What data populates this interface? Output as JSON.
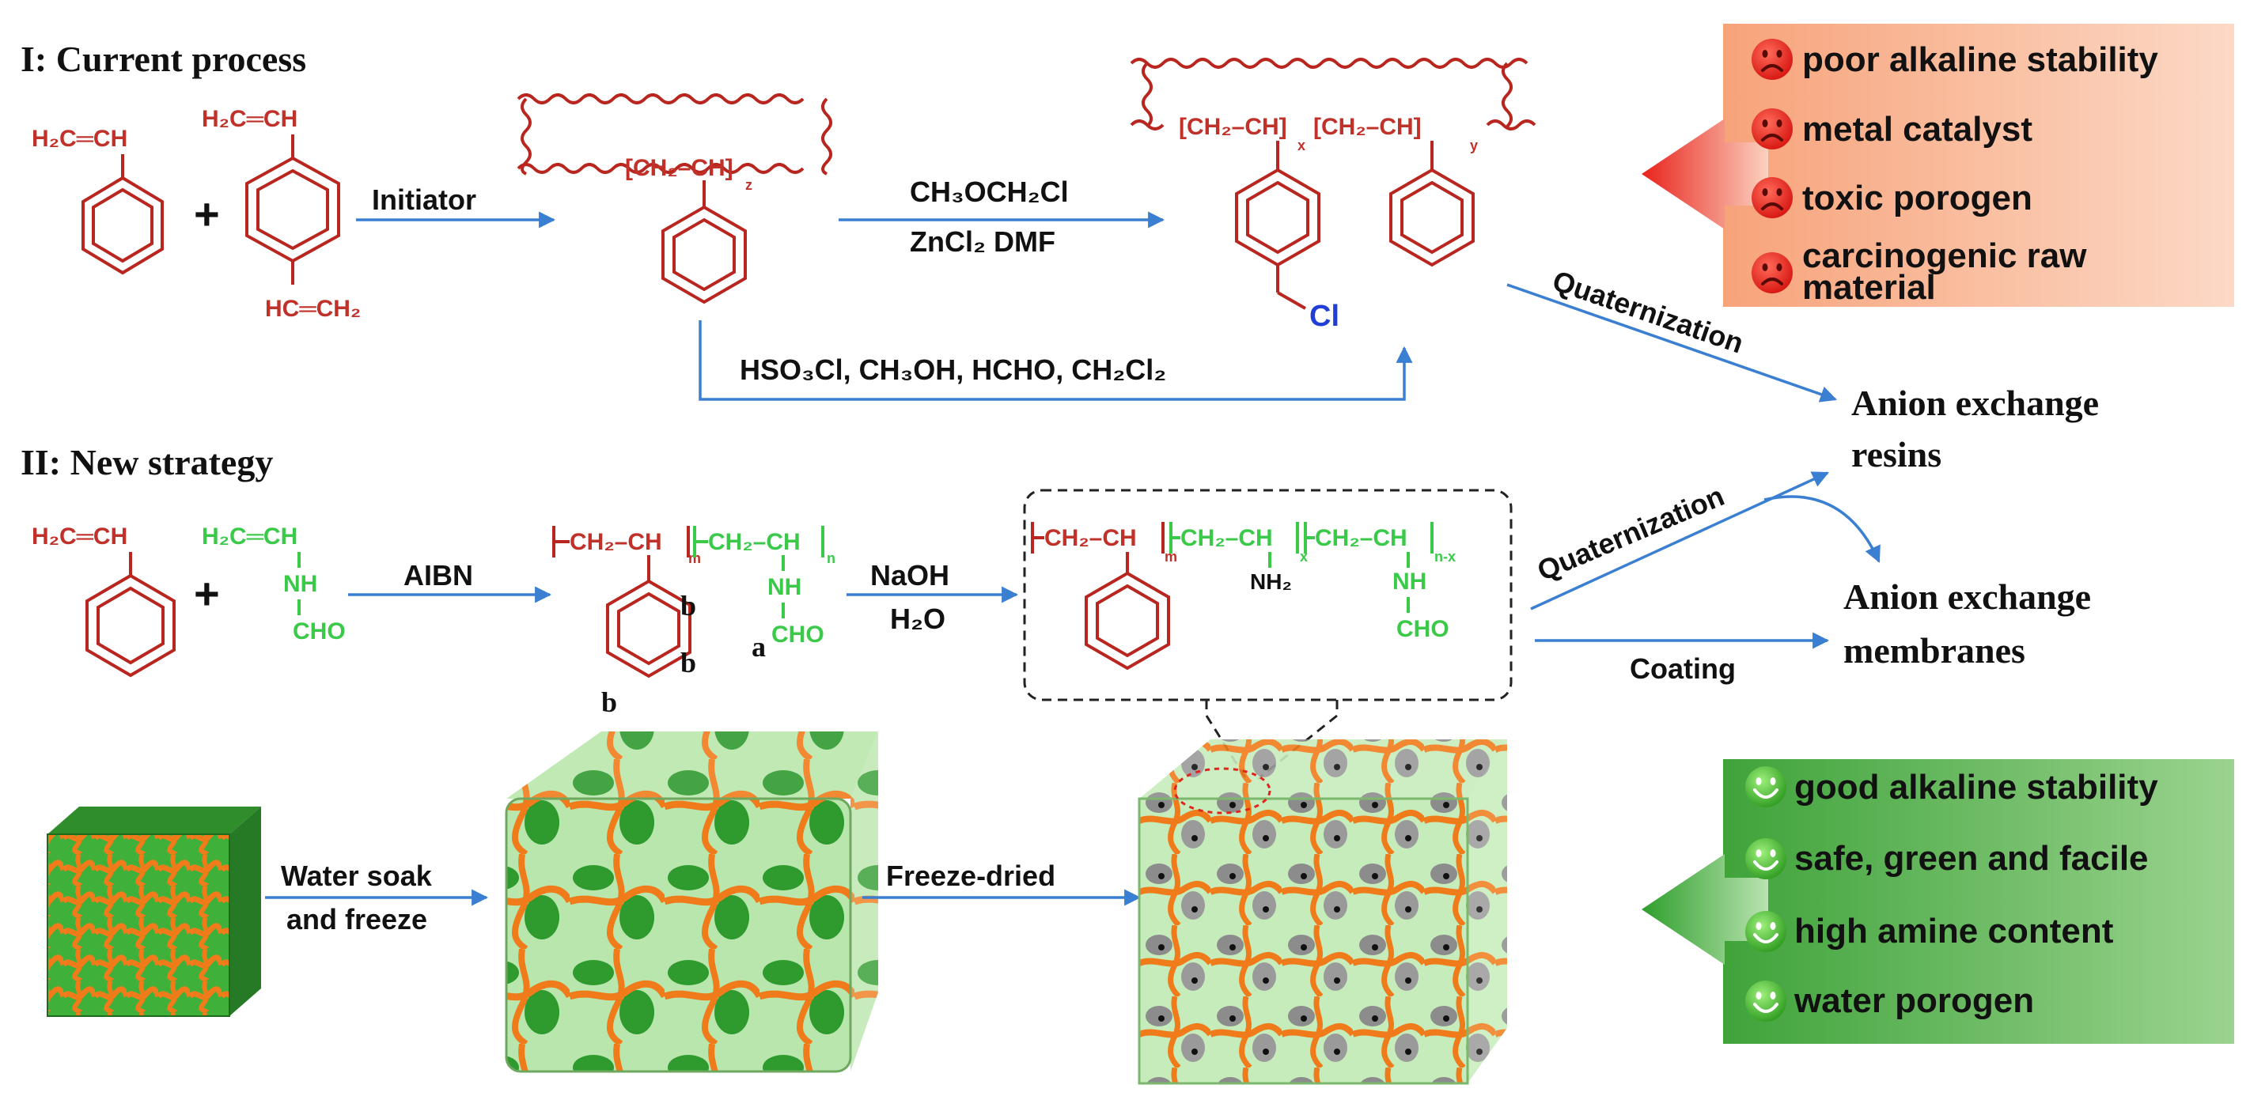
{
  "section1": {
    "title": "I: Current process"
  },
  "section2": {
    "title": "II: New strategy"
  },
  "chem": {
    "h2c_ch": "H₂C═CH",
    "hc_ch2": "HC═CH₂",
    "plus": "+",
    "initiator": "Initiator",
    "cross_unit": "[CH₂–CH]",
    "sub_z": "z",
    "sub_x": "x",
    "sub_y": "y",
    "sub_m": "m",
    "sub_n": "n",
    "sub_nx": "n-x",
    "reagent1": "CH₃OCH₂Cl",
    "reagent2": "ZnCl₂ DMF",
    "cl": "Cl",
    "route2": "HSO₃Cl, CH₃OH, HCHO, CH₂Cl₂",
    "nh": "NH",
    "cho": "CHO",
    "nh2": "NH₂",
    "aibn": "AIBN",
    "naoh": "NaOH",
    "h2o": "H₂O",
    "label_a": "a",
    "label_b": "b",
    "ch2ch": "CH₂–CH"
  },
  "arrows": {
    "quat1": "Quaternization",
    "quat2": "Quaternization",
    "coating": "Coating",
    "water_soak_1": "Water soak",
    "water_soak_2": "and freeze",
    "freeze_dried": "Freeze-dried"
  },
  "products": {
    "resins_1": "Anion exchange",
    "resins_2": "resins",
    "membranes_1": "Anion exchange",
    "membranes_2": "membranes"
  },
  "bad_box": {
    "items": [
      "poor alkaline stability",
      "metal catalyst",
      "toxic porogen",
      "carcinogenic raw",
      "material"
    ],
    "color": "#f6b38b"
  },
  "good_box": {
    "items": [
      "good alkaline stability",
      "safe, green and facile",
      "high amine content",
      "water porogen"
    ],
    "color": "#4fb548"
  }
}
